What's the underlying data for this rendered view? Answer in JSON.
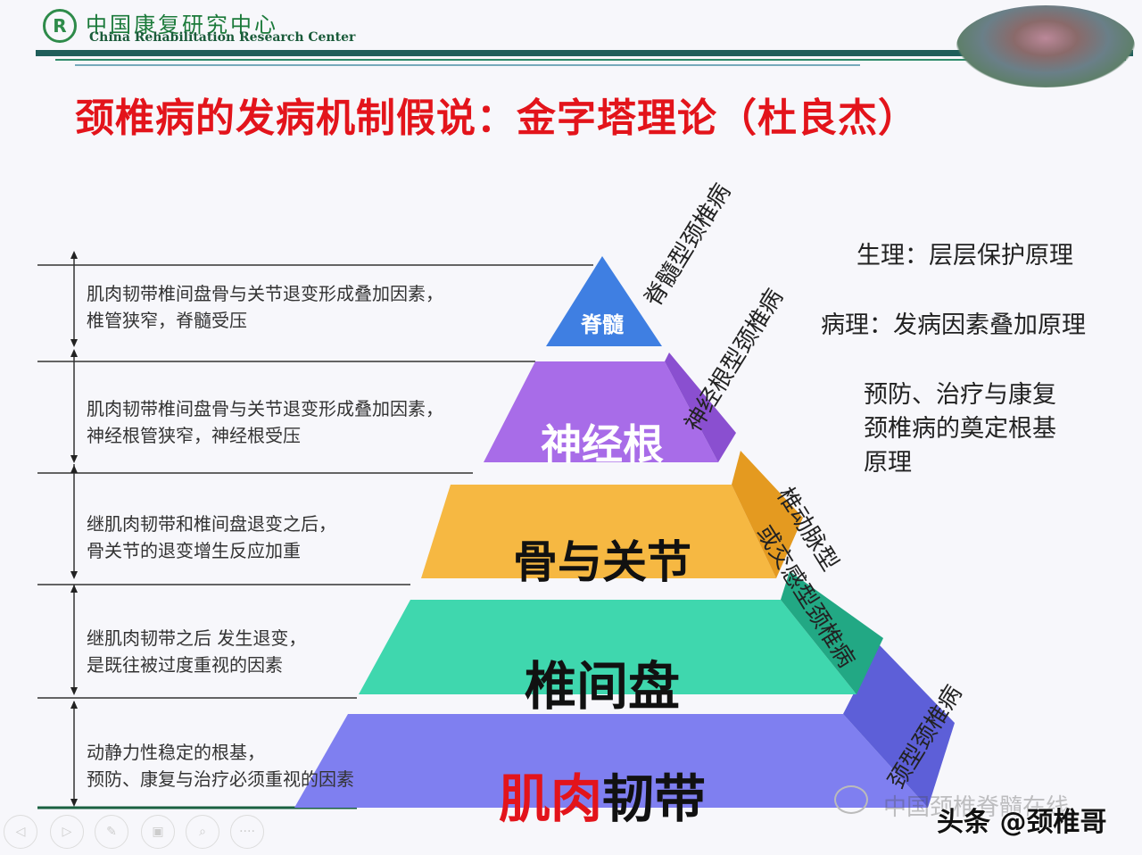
{
  "header": {
    "logo_cn": "中国康复研究中心",
    "logo_en": "China Rehabilitation Research Center",
    "logo_letter": "R"
  },
  "title": "颈椎病的发病机制假说：金字塔理论（杜良杰）",
  "pyramid": {
    "levels": [
      {
        "label": "脊髓",
        "color": "#3f7fe2"
      },
      {
        "label": "神经根",
        "color": "#a86ce8"
      },
      {
        "label": "骨与关节",
        "color": "#f6b842"
      },
      {
        "label": "椎间盘",
        "color": "#3fd7ae"
      },
      {
        "label_red": "肌肉",
        "label_dark": "韧带",
        "color": "#7f7ff0"
      }
    ]
  },
  "left_notes": [
    {
      "line1": "肌肉韧带椎间盘骨与关节退变形成叠加因素，",
      "line2": "椎管狭窄，脊髓受压"
    },
    {
      "line1": "肌肉韧带椎间盘骨与关节退变形成叠加因素，",
      "line2": "神经根管狭窄，神经根受压"
    },
    {
      "line1": "继肌肉韧带和椎间盘退变之后，",
      "line2": "骨关节的退变增生反应加重"
    },
    {
      "line1": "继肌肉韧带之后 发生退变，",
      "line2": "是既往被过度重视的因素"
    },
    {
      "line1": "动静力性稳定的根基，",
      "line2": "预防、康复与治疗必须重视的因素"
    }
  ],
  "side_labels": {
    "spinal": "脊髓型颈椎病",
    "root": "神经根型颈椎病",
    "vertebral_1": "椎动脉型",
    "vertebral_2": "或交感型颈椎病",
    "neck": "颈型颈椎病"
  },
  "right_notes": {
    "physiology": "生理：层层保护原理",
    "pathology": "病理：发病因素叠加原理",
    "foundation_1": "预防、治疗与康复",
    "foundation_2": "颈椎病的奠定根基",
    "foundation_3": "原理"
  },
  "watermark": {
    "faded": "中国颈椎脊髓在线",
    "main": "头条 @颈椎哥"
  },
  "nav_icons": [
    "prev-icon",
    "next-icon",
    "pen-icon",
    "slides-icon",
    "zoom-icon",
    "more-icon"
  ],
  "nav_more_label": "····"
}
